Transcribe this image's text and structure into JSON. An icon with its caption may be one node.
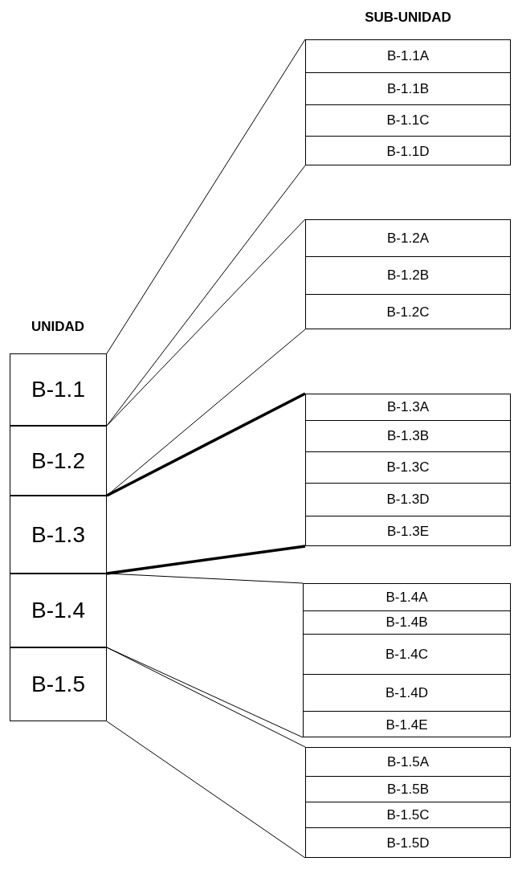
{
  "diagram": {
    "nodes": [
      {
        "text": [
          "B-1.1"
        ]
      },
      {
        "text": [
          "B-1.2"
        ]
      },
      {
        "text": [
          "B-1.3"
        ]
      },
      {
        "text": [
          "B-1.4"
        ]
      },
      {
        "text": [
          "B-1.5"
        ]
      },
      {
        "text": [],
        "shape": "box"
      },
      {
        "text": [
          "B-1.1A"
        ],
        "in": 5
      },
      {
        "text": [
          "B-1.1B"
        ],
        "in": 5
      },
      {
        "text": [
          "B-1.1C"
        ],
        "in": 5
      },
      {
        "text": [
          "B-1.1D"
        ],
        "in": 5
      },
      {
        "text": [],
        "shape": "box"
      },
      {
        "text": [
          "B-1.2A"
        ],
        "in": 10
      },
      {
        "text": [
          "B-1.2B"
        ],
        "in": 10
      },
      {
        "text": [
          "B-1.2C"
        ],
        "in": 10
      },
      {
        "text": [],
        "shape": "box"
      },
      {
        "text": [
          "B-1.3A"
        ],
        "in": 14
      },
      {
        "text": [
          "B-1.3B"
        ],
        "in": 14
      },
      {
        "text": [
          "B-1.3C"
        ],
        "in": 14
      },
      {
        "text": [
          "B-1.3D"
        ],
        "in": 14
      },
      {
        "text": [
          "B-1.3E"
        ],
        "in": 14
      },
      {
        "text": [],
        "shape": "box"
      },
      {
        "text": [
          "B-1.4A"
        ],
        "in": 20
      },
      {
        "text": [
          "B-1.4B"
        ],
        "in": 20
      },
      {
        "text": [
          "B-1.4C"
        ],
        "in": 20
      },
      {
        "text": [
          "B-1.4D"
        ],
        "in": 20
      },
      {
        "text": [
          "B-1.4E"
        ],
        "in": 20
      },
      {
        "text": [],
        "shape": "box"
      },
      {
        "text": [
          "B-1.5A"
        ],
        "in": 26
      },
      {
        "text": [
          "B-1.5B"
        ],
        "in": 26
      },
      {
        "text": [
          "B-1.5C"
        ],
        "in": 26
      },
      {
        "text": [
          "B-1.5D"
        ],
        "in": 26
      }
    ],
    "edges": [
      {
        "from": 0,
        "to": 5,
        "arrow": "none"
      },
      {
        "from": 0,
        "to": 5,
        "arrow": "none"
      },
      {
        "from": 1,
        "to": 10,
        "arrow": "none"
      },
      {
        "from": 1,
        "to": 10,
        "arrow": "none"
      },
      {
        "from": 2,
        "to": 14,
        "arrow": "none",
        "style": "thick"
      },
      {
        "from": 2,
        "to": 14,
        "arrow": "none",
        "style": "thick"
      },
      {
        "from": 3,
        "to": 20,
        "arrow": "none"
      },
      {
        "from": 3,
        "to": 20,
        "arrow": "none"
      },
      {
        "from": 4,
        "to": 26,
        "arrow": "none"
      },
      {
        "from": 4,
        "to": 26,
        "arrow": "none"
      }
    ],
    "labels": [
      "SUB-UNIDAD",
      "UNIDAD"
    ]
  }
}
